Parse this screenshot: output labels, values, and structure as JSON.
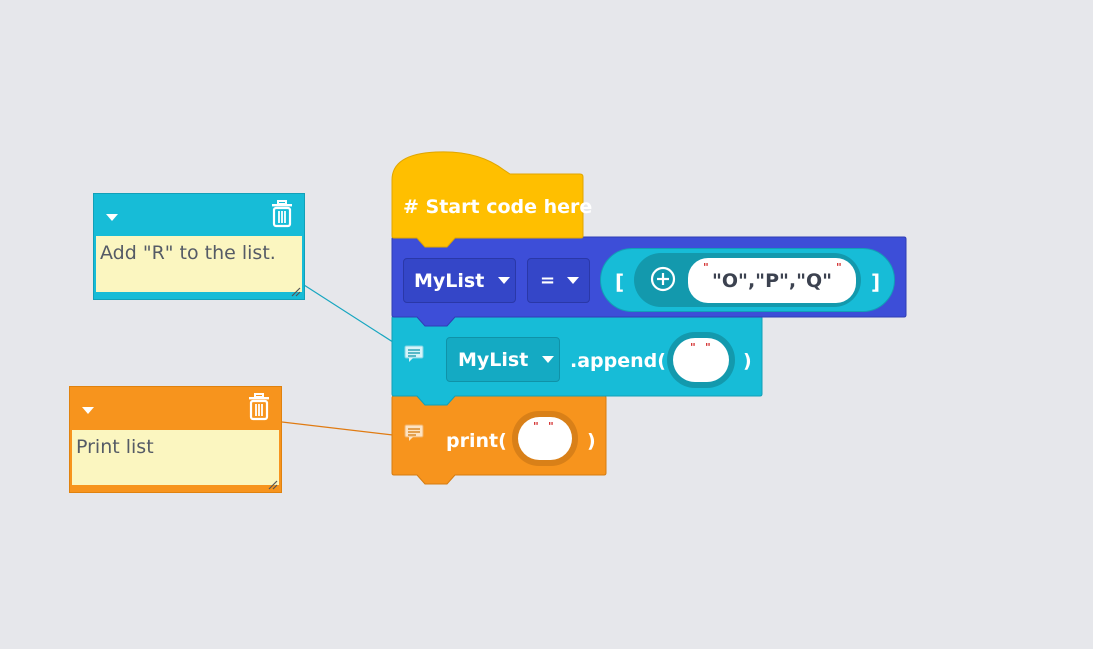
{
  "comments": [
    {
      "text": "Add \"R\" to the list.",
      "color": "#17bcd7"
    },
    {
      "text": "Print list",
      "color": "#f7941d"
    }
  ],
  "blocks": {
    "hat": {
      "label": "# Start code here",
      "color": "#ffbf00"
    },
    "assign": {
      "color": "#3d4ed8",
      "variable": "MyList",
      "operator": "=",
      "open_bracket": "[",
      "close_bracket": "]",
      "list_value": "\"O\",\"P\",\"Q\""
    },
    "append": {
      "color": "#17bcd7",
      "variable": "MyList",
      "method": ".append(",
      "close": ")"
    },
    "print": {
      "color": "#f7941d",
      "function": "print(",
      "close": ")"
    }
  },
  "icons": {
    "note_collapse": "caret-down-icon",
    "note_delete": "trash-icon",
    "comment_marker": "comment-icon",
    "list_add": "plus-circle-icon"
  }
}
